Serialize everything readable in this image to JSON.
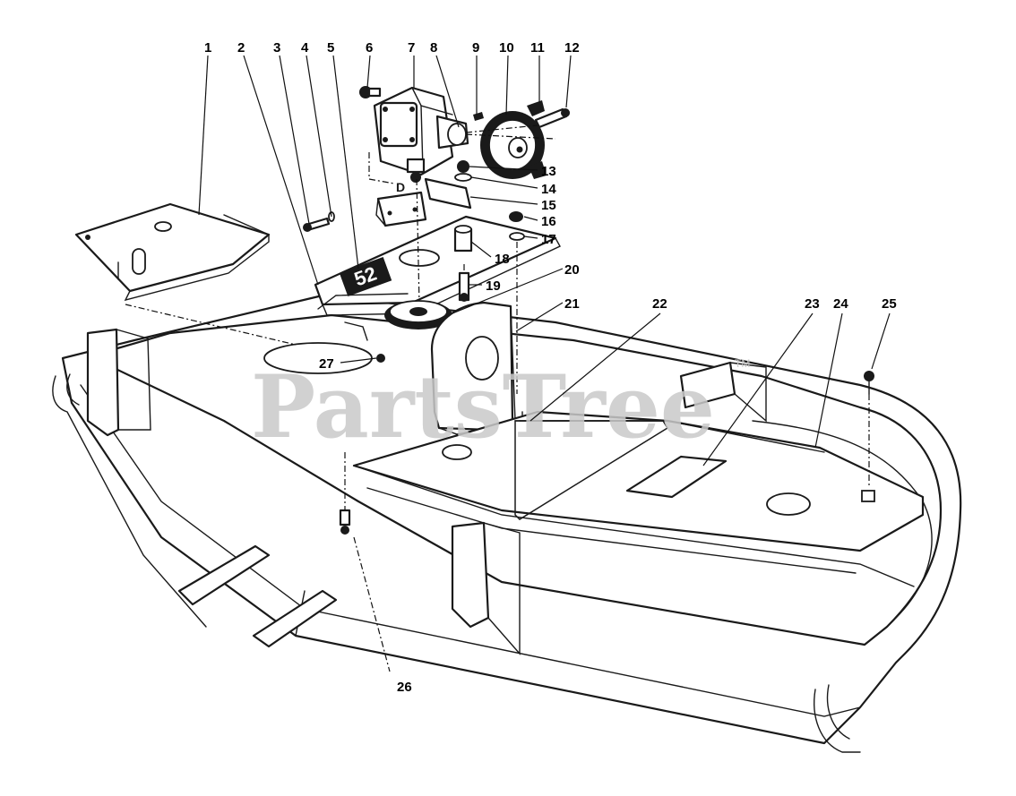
{
  "watermark": {
    "text": "PartsTree",
    "trademark": "TM"
  },
  "colors": {
    "ink": "#1a1a1a",
    "paper": "#ffffff",
    "watermark": "#c9c9c9"
  },
  "callouts": [
    {
      "id": "1",
      "label": "1"
    },
    {
      "id": "2",
      "label": "2"
    },
    {
      "id": "3",
      "label": "3"
    },
    {
      "id": "4",
      "label": "4"
    },
    {
      "id": "5",
      "label": "5"
    },
    {
      "id": "6",
      "label": "6"
    },
    {
      "id": "7",
      "label": "7"
    },
    {
      "id": "8",
      "label": "8"
    },
    {
      "id": "9",
      "label": "9"
    },
    {
      "id": "10",
      "label": "10"
    },
    {
      "id": "11",
      "label": "11"
    },
    {
      "id": "12",
      "label": "12"
    },
    {
      "id": "13",
      "label": "13"
    },
    {
      "id": "14",
      "label": "14"
    },
    {
      "id": "15",
      "label": "15"
    },
    {
      "id": "16",
      "label": "16"
    },
    {
      "id": "17",
      "label": "17"
    },
    {
      "id": "18",
      "label": "18"
    },
    {
      "id": "19",
      "label": "19"
    },
    {
      "id": "20",
      "label": "20"
    },
    {
      "id": "21",
      "label": "21"
    },
    {
      "id": "22",
      "label": "22"
    },
    {
      "id": "23",
      "label": "23"
    },
    {
      "id": "24",
      "label": "24"
    },
    {
      "id": "25",
      "label": "25"
    },
    {
      "id": "26",
      "label": "26"
    },
    {
      "id": "27",
      "label": "27"
    }
  ],
  "part_markings": {
    "plate_stamp": "52",
    "bracket_letter": "D"
  }
}
